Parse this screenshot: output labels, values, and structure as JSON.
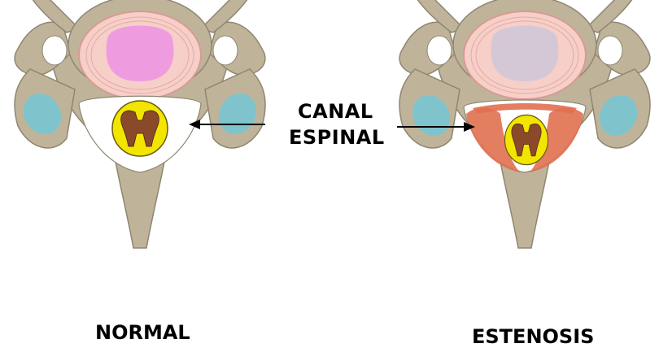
{
  "labels": {
    "canal": "CANAL",
    "espinal": "ESPINAL",
    "normal": "NORMAL",
    "estenosis": "ESTENOSIS"
  },
  "colors": {
    "bone": "#bfb49a",
    "bone_edge": "#8f8672",
    "disc_outer": "#f6cfc8",
    "disc_ring": "#d89a94",
    "nucleus_normal": "#ef9be0",
    "nucleus_stenosis": "#d4c8d6",
    "ligament": "#7fc4cc",
    "canal": "#ffffff",
    "cord": "#f2e600",
    "gray_matter": "#8a4a2a",
    "hypertrophy": "#e07050",
    "arrow": "#000000"
  },
  "icons": [
    "arrow-left-icon",
    "arrow-right-icon"
  ]
}
